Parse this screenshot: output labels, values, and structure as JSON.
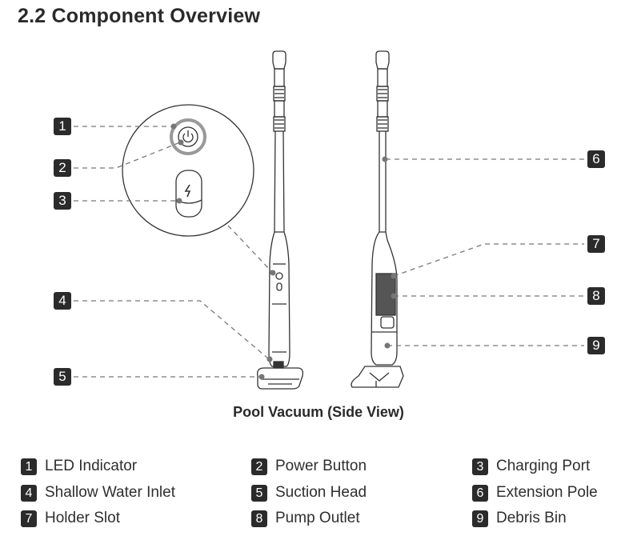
{
  "title": "2.2 Component Overview",
  "caption": "Pool Vacuum (Side View)",
  "callouts": [
    {
      "num": "1"
    },
    {
      "num": "2"
    },
    {
      "num": "3"
    },
    {
      "num": "4"
    },
    {
      "num": "5"
    },
    {
      "num": "6"
    },
    {
      "num": "7"
    },
    {
      "num": "8"
    },
    {
      "num": "9"
    }
  ],
  "legend": [
    {
      "num": "1",
      "label": "LED Indicator"
    },
    {
      "num": "2",
      "label": "Power Button"
    },
    {
      "num": "3",
      "label": "Charging Port"
    },
    {
      "num": "4",
      "label": "Shallow Water Inlet"
    },
    {
      "num": "5",
      "label": "Suction Head"
    },
    {
      "num": "6",
      "label": "Extension Pole"
    },
    {
      "num": "7",
      "label": "Holder Slot"
    },
    {
      "num": "8",
      "label": "Pump Outlet"
    },
    {
      "num": "9",
      "label": "Debris Bin"
    }
  ]
}
